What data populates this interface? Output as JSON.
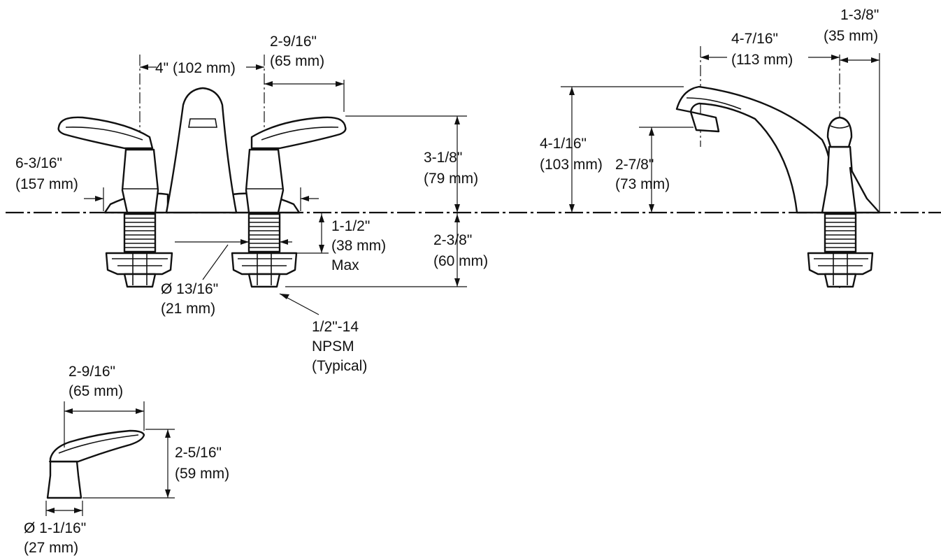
{
  "drawing": {
    "front_view": {
      "centers": "4\" (102 mm)",
      "handle_reach_in": "2-9/16\"",
      "handle_reach_mm": "(65 mm)",
      "overall_width_in": "6-3/16\"",
      "overall_width_mm": "(157 mm)",
      "handle_height_in": "3-1/8\"",
      "handle_height_mm": "(79 mm)",
      "deck_thickness_in": "1-1/2\"",
      "deck_thickness_mm": "(38 mm)",
      "deck_thickness_max": "Max",
      "shank_length_in": "2-3/8\"",
      "shank_length_mm": "(60 mm)",
      "shank_dia_in": "Ø 13/16\"",
      "shank_dia_mm": "(21 mm)",
      "thread_spec_1": "1/2\"-14",
      "thread_spec_2": "NPSM",
      "thread_spec_3": "(Typical)"
    },
    "side_view": {
      "spout_reach_in": "4-7/16\"",
      "spout_reach_mm": "(113 mm)",
      "handle_offset_in": "1-3/8\"",
      "handle_offset_mm": "(35 mm)",
      "spout_height_in": "4-1/16\"",
      "spout_height_mm": "(103 mm)",
      "aerator_height_in": "2-7/8\"",
      "aerator_height_mm": "(73 mm)"
    },
    "handle_detail": {
      "length_in": "2-9/16\"",
      "length_mm": "(65 mm)",
      "height_in": "2-5/16\"",
      "height_mm": "(59 mm)",
      "base_dia_in": "Ø 1-1/16\"",
      "base_dia_mm": "(27 mm)"
    }
  }
}
